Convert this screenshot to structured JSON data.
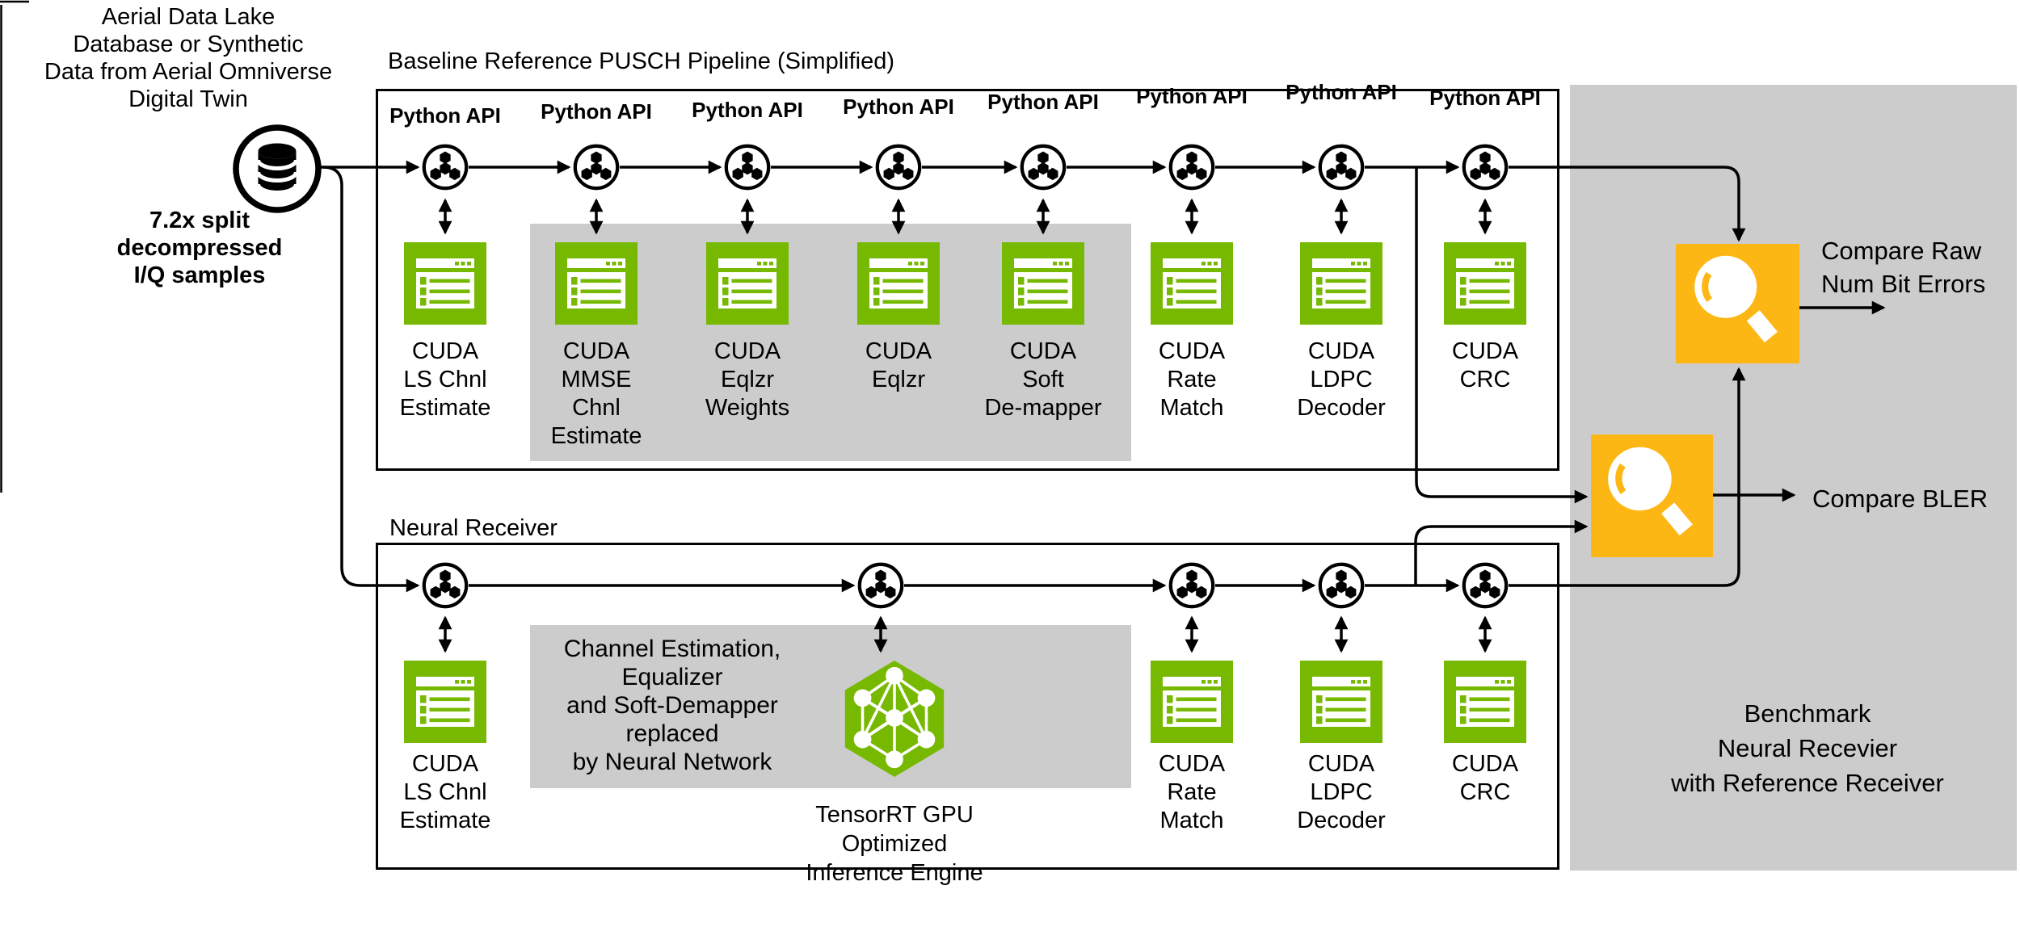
{
  "colors": {
    "green": "#76b900",
    "gray": "#cccccc",
    "orange": "#fdb714",
    "ink": "#000000"
  },
  "source": {
    "title": "Aerial Data Lake\nDatabase or Synthetic\nData from Aerial Omniverse\nDigital Twin",
    "note": "7.2x split\ndecompressed\nI/Q samples"
  },
  "baseline_pipeline": {
    "title": "Baseline Reference PUSCH Pipeline (Simplified)",
    "stages": [
      {
        "api": "Python API",
        "name": "CUDA\nLS Chnl\nEstimate"
      },
      {
        "api": "Python API",
        "name": "CUDA\nMMSE\nChnl\nEstimate"
      },
      {
        "api": "Python API",
        "name": "CUDA\nEqlzr\nWeights"
      },
      {
        "api": "Python API",
        "name": "CUDA\nEqlzr"
      },
      {
        "api": "Python API",
        "name": "CUDA\nSoft\nDe-mapper"
      },
      {
        "api": "Python API",
        "name": "CUDA\nRate\nMatch"
      },
      {
        "api": "Python API",
        "name": "CUDA\nLDPC\nDecoder"
      },
      {
        "api": "Python API",
        "name": "CUDA\nCRC"
      }
    ]
  },
  "neural_receiver": {
    "title": "Neural Receiver",
    "replacement_note": "Channel Estimation,\nEqualizer\nand Soft-Demapper\nreplaced\nby Neural Network",
    "engine_label": "TensorRT GPU Optimized\nInference Engine",
    "stages": [
      {
        "name": "CUDA\nLS Chnl\nEstimate"
      },
      {
        "name": "CUDA\nRate\nMatch"
      },
      {
        "name": "CUDA\nLDPC\nDecoder"
      },
      {
        "name": "CUDA\nCRC"
      }
    ]
  },
  "benchmark": {
    "compare_raw": "Compare Raw\nNum Bit Errors",
    "compare_bler": "Compare BLER",
    "caption": "Benchmark\nNeural Recevier\nwith Reference Receiver"
  }
}
